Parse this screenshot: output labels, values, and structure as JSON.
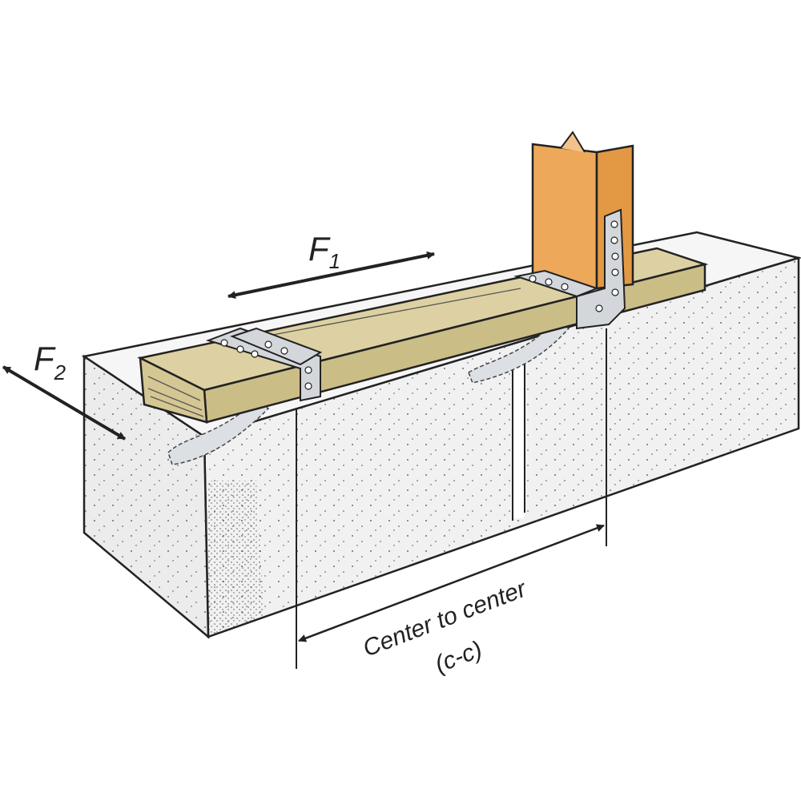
{
  "labels": {
    "f1": "F",
    "f1_sub": "1",
    "f2": "F",
    "f2_sub": "2",
    "dimension": "Center to center",
    "dimension_abbr": "(c-c)"
  },
  "colors": {
    "concrete": "#f1f1f1",
    "concrete_side": "#e6e6e6",
    "sill": "#d8cc9c",
    "sill_side": "#c9bb84",
    "post": "#eea85a",
    "post_side": "#e39843",
    "strap": "#cfd3d8",
    "line": "#222222"
  }
}
